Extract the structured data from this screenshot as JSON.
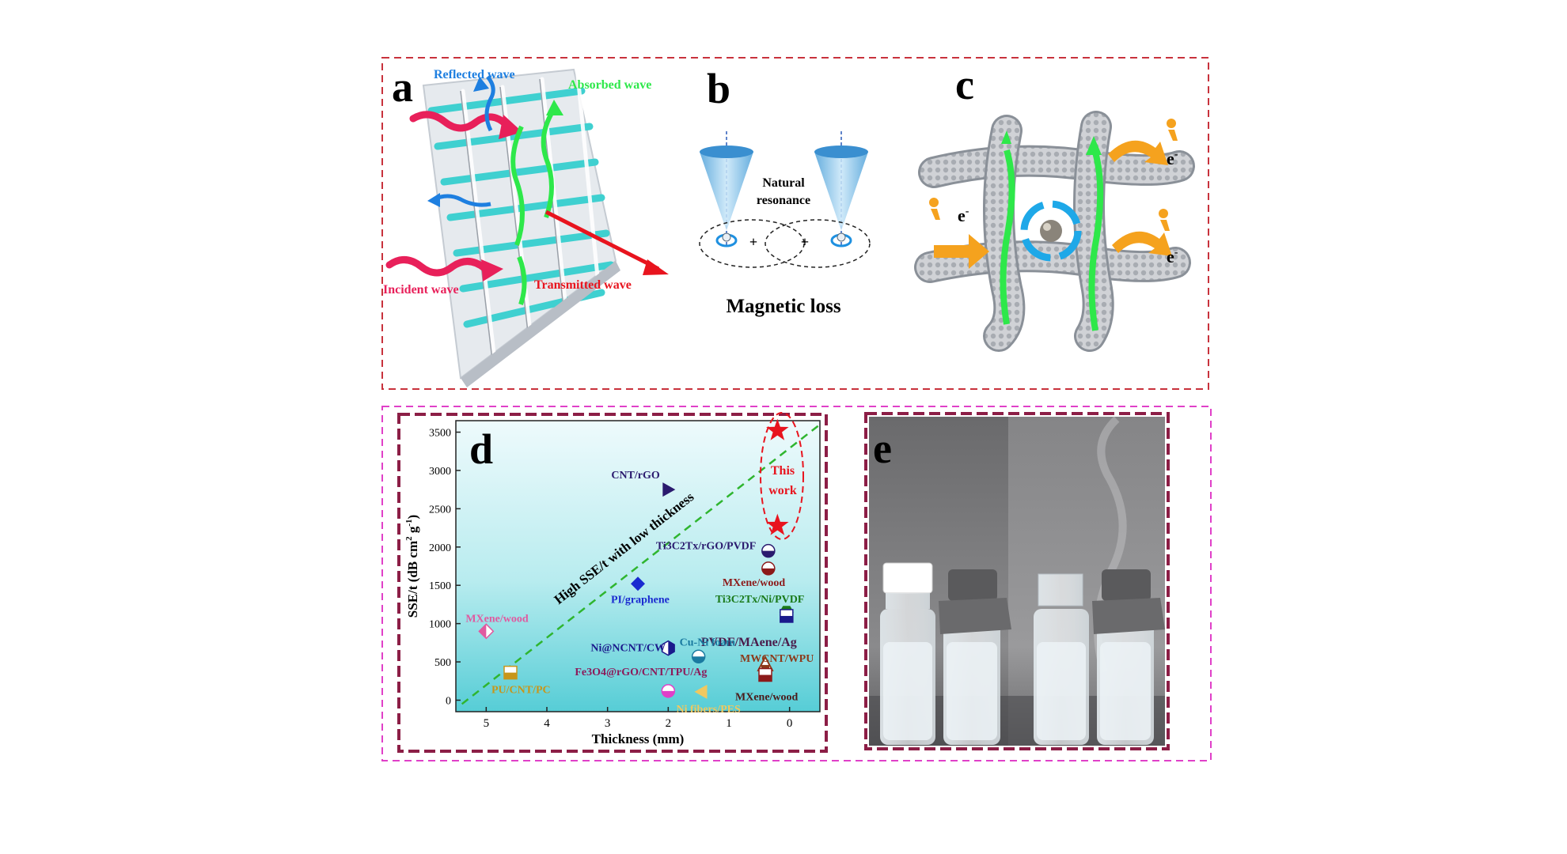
{
  "panel_a": {
    "letter": "a",
    "reflected": "Reflected wave",
    "absorbed": "Absorbed wave",
    "incident": "Incident wave",
    "transmitted": "Transmitted wave"
  },
  "panel_b": {
    "letter": "b",
    "resonance_line1": "Natural",
    "resonance_line2": "resonance",
    "caption": "Magnetic loss"
  },
  "panel_c": {
    "letter": "c",
    "electron": "e",
    "electron_sup": "-"
  },
  "panel_d": {
    "letter": "d",
    "trend_label": "High SSE/t with low thickness",
    "this_work_line1": "This",
    "this_work_line2": "work"
  },
  "panel_e": {
    "letter": "e"
  },
  "colors": {
    "outer_top_border": "#c8323c",
    "outer_bottom_border": "#e040c8",
    "panel_border": "#8c1e46",
    "trend_line": "#2fb52f",
    "star": "#e8141e"
  },
  "chart_data": {
    "type": "scatter",
    "xlabel": "Thickness (mm)",
    "ylabel": "SSE/t (dB cm^2 g^-1)",
    "ylabel_parts": {
      "main": "SSE/t (dB cm",
      "sup1": "2",
      "mid": " g",
      "sup2": "-1",
      "end": ")"
    },
    "xlim": [
      5.5,
      -0.5
    ],
    "ylim": [
      -150,
      3650
    ],
    "x_ticks": [
      5,
      4,
      3,
      2,
      1,
      0
    ],
    "y_ticks": [
      0,
      500,
      1000,
      1500,
      2000,
      2500,
      3000,
      3500
    ],
    "points": [
      {
        "label": "CNT/rGO",
        "x": 2.0,
        "y": 2750,
        "marker": "triangle-right",
        "color": "#2a1a6e"
      },
      {
        "label": "Ti3C2Tx/rGO/PVDF",
        "x": 0.35,
        "y": 1950,
        "marker": "half-circle",
        "color": "#2a1a6e"
      },
      {
        "label": "MXene/wood",
        "x": 0.35,
        "y": 1720,
        "marker": "half-circle",
        "color": "#8c1a1a"
      },
      {
        "label": "Ti3C2Tx/Ni/PVDF",
        "x": 0.05,
        "y": 1150,
        "marker": "hexagon",
        "color": "#1a7a1a"
      },
      {
        "label": "PVDF/MAene/Ag",
        "x": 0.05,
        "y": 1100,
        "marker": "half-square",
        "color": "#1a1a8c"
      },
      {
        "label": "PI/graphene",
        "x": 2.5,
        "y": 1520,
        "marker": "diamond",
        "color": "#1a2ad0"
      },
      {
        "label": "MXene/wood",
        "x": 5.0,
        "y": 900,
        "marker": "half-diamond",
        "color": "#e05aa0"
      },
      {
        "label": "Ni@NCNT/CW",
        "x": 2.0,
        "y": 680,
        "marker": "half-hexagon",
        "color": "#1a1a8c"
      },
      {
        "label": "Cu-Ni foam",
        "x": 1.5,
        "y": 570,
        "marker": "half-circle",
        "color": "#1a7aa0"
      },
      {
        "label": "MWCNT/WPU",
        "x": 0.4,
        "y": 460,
        "marker": "triangle-up",
        "color": "#8c3a1a"
      },
      {
        "label": "MXene/wood",
        "x": 0.4,
        "y": 330,
        "marker": "half-square",
        "color": "#8c1a1a"
      },
      {
        "label": "PU/CNT/PC",
        "x": 4.6,
        "y": 360,
        "marker": "half-square",
        "color": "#c8961a"
      },
      {
        "label": "Fe3O4@rGO/CNT/TPU/Ag",
        "x": 2.0,
        "y": 120,
        "marker": "half-circle",
        "color": "#e040c8"
      },
      {
        "label": "Ni fibers/PES",
        "x": 1.45,
        "y": 110,
        "marker": "triangle-left",
        "color": "#f0c860"
      },
      {
        "label": "This work",
        "x": 0.2,
        "y": 3520,
        "marker": "star",
        "color": "#e8141e"
      },
      {
        "label": "This work",
        "x": 0.2,
        "y": 2280,
        "marker": "star",
        "color": "#e8141e"
      }
    ],
    "trend_line": {
      "from": [
        5.4,
        -50
      ],
      "to": [
        -0.5,
        3600
      ]
    }
  }
}
